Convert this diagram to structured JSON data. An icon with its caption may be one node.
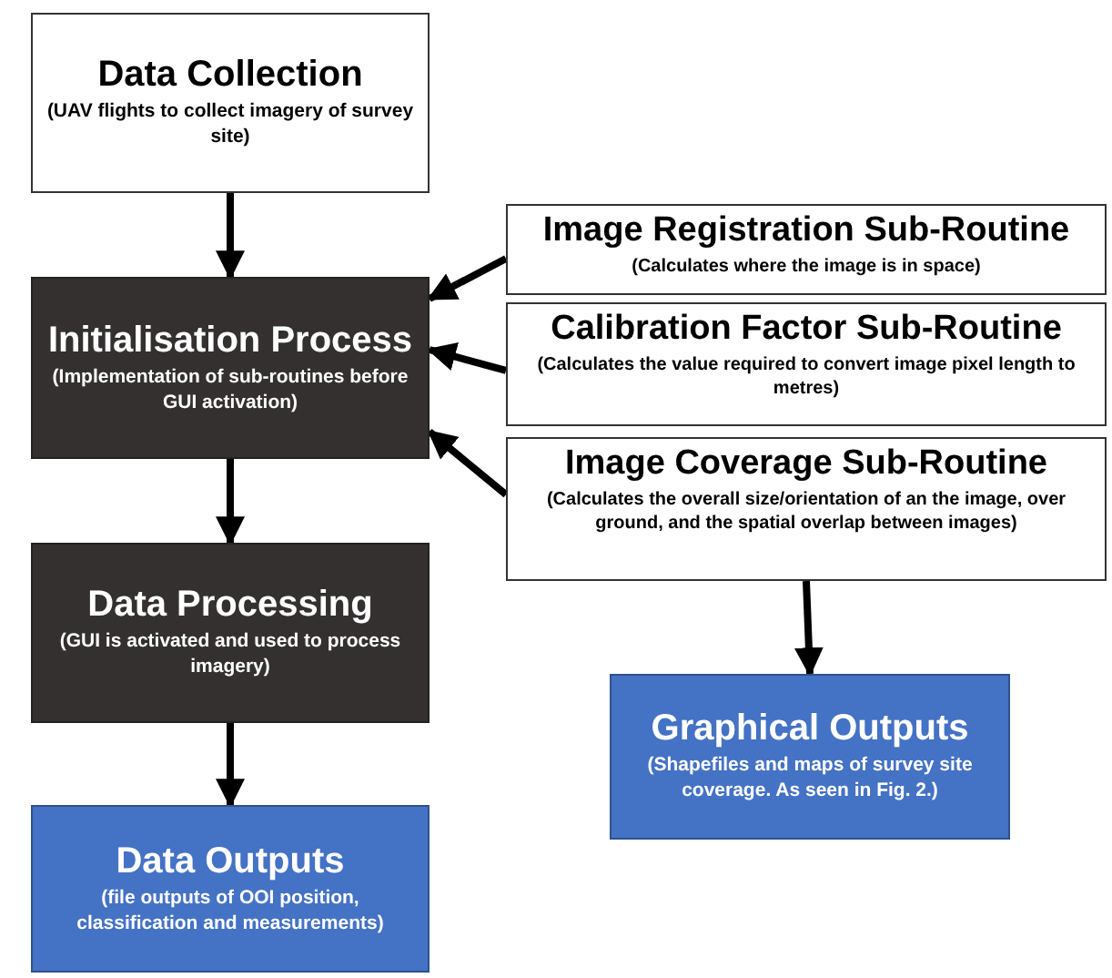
{
  "diagram": {
    "nodes": [
      {
        "text": [
          "Data Collection",
          "(UAV flights to collect imagery of survey site)"
        ]
      },
      {
        "text": [
          "Initialisation Process",
          "(Implementation of sub-routines before GUI activation)"
        ]
      },
      {
        "text": [
          "Data Processing",
          "(GUI is activated and used to process imagery)"
        ]
      },
      {
        "text": [
          "Data Outputs",
          "(file outputs of OOI position, classification and measurements)"
        ]
      },
      {
        "text": [
          "Image Registration Sub-Routine",
          "(Calculates where the image is in space)"
        ]
      },
      {
        "text": [
          "Calibration Factor Sub-Routine",
          "(Calculates the value required to convert image pixel length to metres)"
        ]
      },
      {
        "text": [
          "Image Coverage Sub-Routine",
          "(Calculates the overall size/orientation of an the image, over ground, and the spatial overlap between images)"
        ]
      },
      {
        "text": [
          "Graphical Outputs",
          "(Shapefiles and maps of survey site coverage. As seen in Fig. 2.)"
        ]
      }
    ],
    "edges": [
      {
        "from": 0,
        "to": 1,
        "arrow": "to"
      },
      {
        "from": 1,
        "to": 2,
        "arrow": "to"
      },
      {
        "from": 2,
        "to": 3,
        "arrow": "to"
      },
      {
        "from": 4,
        "to": 1,
        "arrow": "to"
      },
      {
        "from": 5,
        "to": 1,
        "arrow": "to"
      },
      {
        "from": 6,
        "to": 1,
        "arrow": "to"
      },
      {
        "from": 6,
        "to": 7,
        "arrow": "to"
      }
    ]
  }
}
